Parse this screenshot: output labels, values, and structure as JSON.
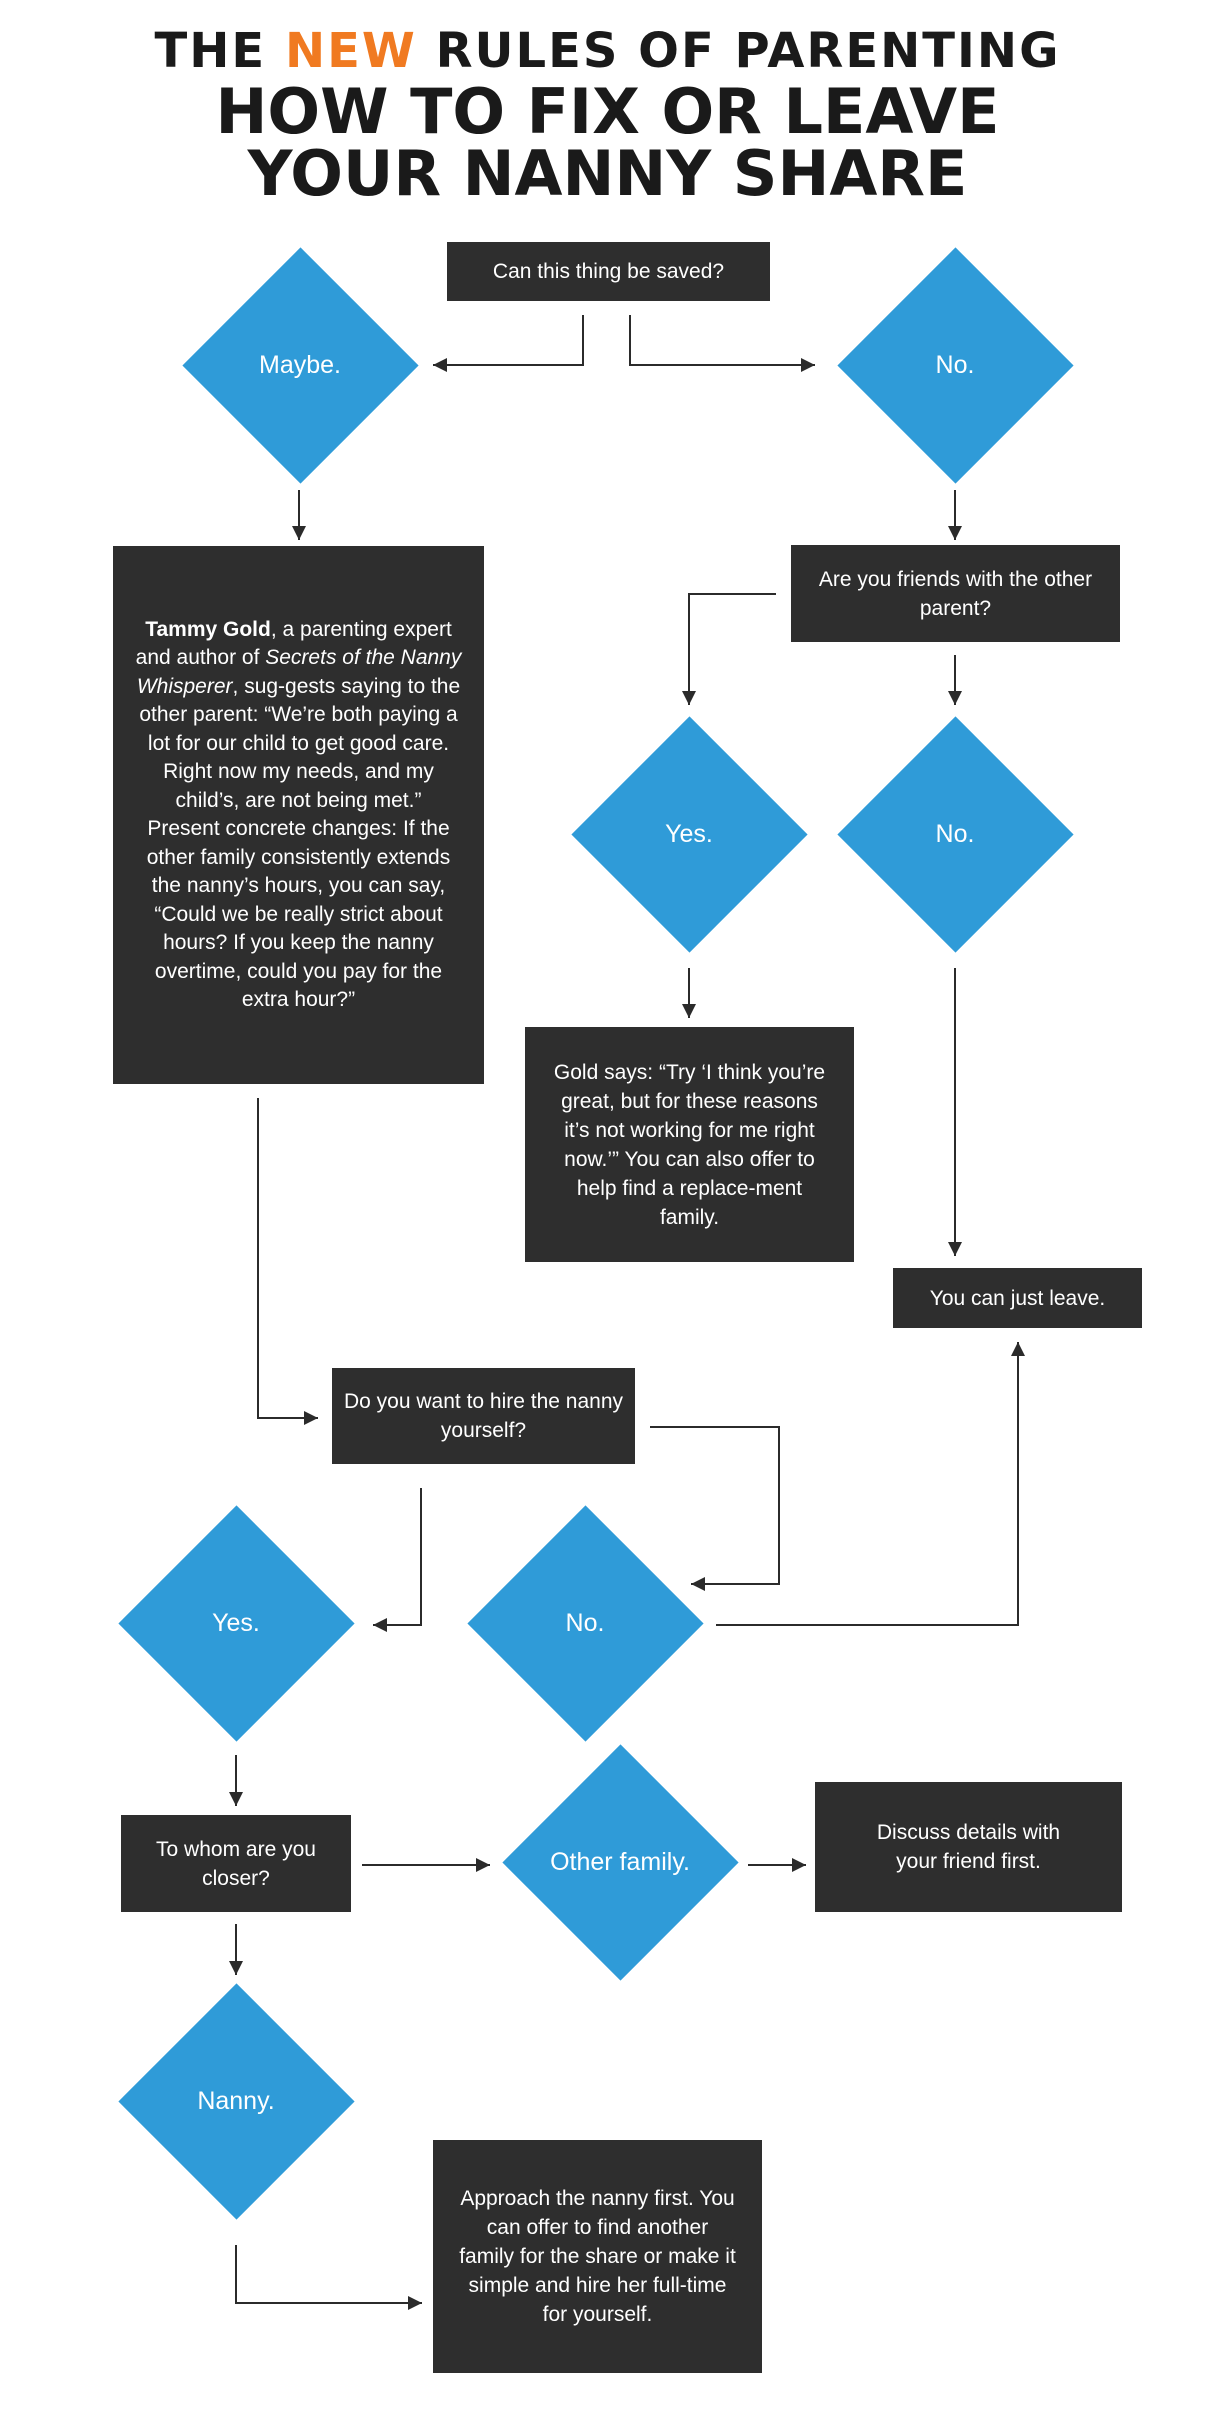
{
  "header": {
    "kicker_part1": "THE",
    "kicker_accent": "NEW",
    "kicker_part2": "RULES OF PARENTING",
    "title_line1": "HOW TO FIX OR LEAVE",
    "title_line2": "YOUR NANNY SHARE",
    "accent_color": "#f07a21"
  },
  "colors": {
    "decision_fill": "#2f9bd8",
    "box_fill": "#2e2e2e",
    "text_on_fill": "#ffffff"
  },
  "nodes": {
    "start": "Can this thing be saved?",
    "maybe": "Maybe.",
    "no_saved": "No.",
    "friends_q": "Are you friends with the other parent?",
    "friends_yes": "Yes.",
    "friends_no": "No.",
    "gold_advice": {
      "name": "Tammy Gold",
      "line1": ", a parenting expert and author of ",
      "book": "Secrets of the Nanny Whisperer",
      "line2": ", sug-gests saying to the other parent: “We’re both paying a lot for our child to get good care. Right now my needs, and my child’s, are not being met.”",
      "line3": "Present concrete changes: If the other family consistently extends the nanny’s hours, you can say, “Could we be really strict about hours? If you keep the nanny overtime, could you pay for the extra hour?”"
    },
    "gold_says": "Gold says: “Try ‘I think you’re great, but for these reasons it’s not working for me right now.’” You can also offer to help find a replace-ment family.",
    "just_leave": "You can just leave.",
    "hire_q": "Do you want to hire the nanny yourself?",
    "hire_yes": "Yes.",
    "hire_no": "No.",
    "closer_q": "To whom are you closer?",
    "other_family": "Other family.",
    "discuss_friend": "Discuss details with your friend first.",
    "nanny": "Nanny.",
    "approach_nanny": "Approach the nanny first. You can offer to find another family for the share or make it simple and hire her full-time for yourself."
  }
}
